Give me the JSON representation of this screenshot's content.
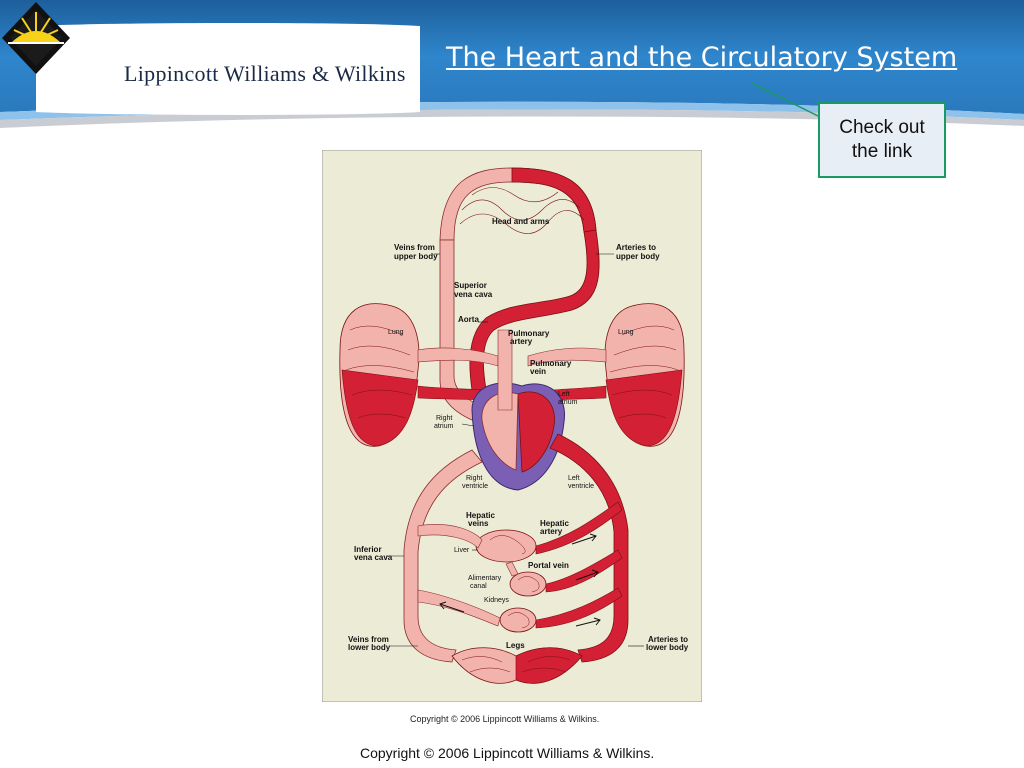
{
  "header": {
    "brand": "Lippincott Williams & Wilkins",
    "title": "The Heart and the Circulatory System",
    "colors": {
      "band": "#2f7fc4",
      "band_dark": "#1d5f9c",
      "stripe": "#8ec2ea"
    }
  },
  "callout": {
    "text": "Check out the link",
    "border_color": "#1a9a63"
  },
  "diagram": {
    "labels": {
      "head_and_arms": "Head and arms",
      "veins_upper_1": "Veins from",
      "veins_upper_2": "upper body",
      "arteries_upper_1": "Arteries to",
      "arteries_upper_2": "upper body",
      "svc_1": "Superior",
      "svc_2": "vena cava",
      "aorta": "Aorta",
      "pulm_artery_1": "Pulmonary",
      "pulm_artery_2": "artery",
      "pulm_vein_1": "Pulmonary",
      "pulm_vein_2": "vein",
      "lung_left": "Lung",
      "lung_right": "Lung",
      "left_atrium_1": "Left",
      "left_atrium_2": "atrium",
      "right_atrium_1": "Right",
      "right_atrium_2": "atrium",
      "right_ventricle_1": "Right",
      "right_ventricle_2": "ventricle",
      "left_ventricle_1": "Left",
      "left_ventricle_2": "ventricle",
      "hepatic_veins_1": "Hepatic",
      "hepatic_veins_2": "veins",
      "hepatic_artery_1": "Hepatic",
      "hepatic_artery_2": "artery",
      "liver": "Liver",
      "portal_vein": "Portal vein",
      "ivc_1": "Inferior",
      "ivc_2": "vena cava",
      "alimentary_1": "Alimentary",
      "alimentary_2": "canal",
      "kidneys": "Kidneys",
      "veins_lower_1": "Veins from",
      "veins_lower_2": "lower body",
      "arteries_lower_1": "Arteries to",
      "arteries_lower_2": "lower body",
      "legs": "Legs"
    },
    "colors": {
      "artery": "#d42034",
      "vein": "#f2b3ad",
      "heart_outer": "#7b5fb5",
      "background": "#ecebd6"
    }
  },
  "figure_copyright": "Copyright © 2006 Lippincott Williams & Wilkins.",
  "page_copyright": "Copyright © 2006 Lippincott Williams & Wilkins."
}
